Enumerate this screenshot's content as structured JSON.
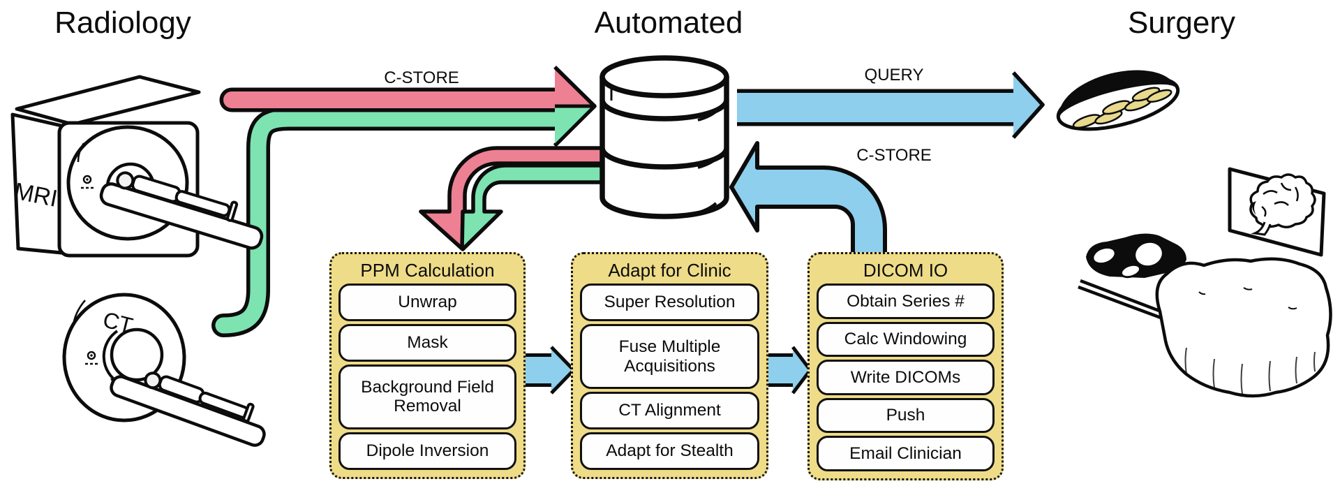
{
  "header": {
    "radiology": "Radiology",
    "automated": "Automated",
    "surgery": "Surgery"
  },
  "arrows": {
    "cstore_to_db": "C-STORE",
    "query": "QUERY",
    "cstore_return": "C-STORE"
  },
  "devices": {
    "mri_label": "MRI",
    "ct_label": "CT"
  },
  "pipeline": {
    "boxes": [
      {
        "title": "PPM Calculation",
        "steps": [
          "Unwrap",
          "Mask",
          "Background Field Removal",
          "Dipole Inversion"
        ]
      },
      {
        "title": "Adapt for Clinic",
        "steps": [
          "Super Resolution",
          "Fuse Multiple Acquisitions",
          "CT Alignment",
          "Adapt for Stealth"
        ]
      },
      {
        "title": "DICOM IO",
        "steps": [
          "Obtain Series #",
          "Calc Windowing",
          "Write DICOMs",
          "Push",
          "Email Clinician"
        ]
      }
    ]
  },
  "colors": {
    "arrow_pink": "#ee8093",
    "arrow_green": "#7de3b1",
    "arrow_blue": "#8dcfed",
    "panel_yellow": "#eedc88",
    "lamp_light_yellow": "#e8d98c",
    "outline_black": "#0c0c0c"
  }
}
